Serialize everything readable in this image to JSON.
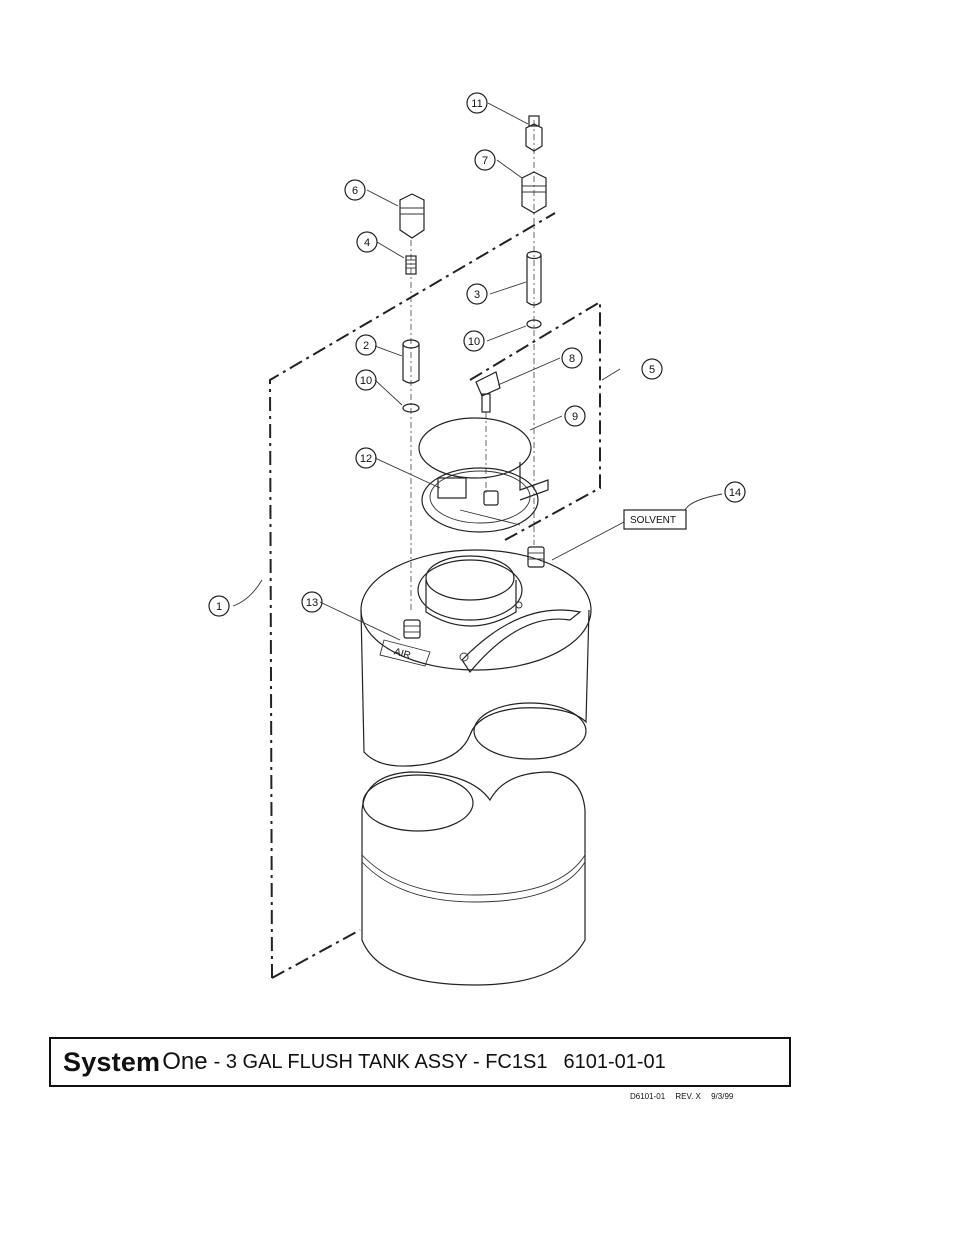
{
  "callouts": {
    "c1": "1",
    "c2": "2",
    "c3": "3",
    "c4": "4",
    "c5": "5",
    "c6": "6",
    "c7": "7",
    "c8": "8",
    "c9": "9",
    "c10a": "10",
    "c10b": "10",
    "c11": "11",
    "c12": "12",
    "c13": "13",
    "c14": "14"
  },
  "tags": {
    "solvent": "SOLVENT",
    "air": "AIR"
  },
  "title_block": {
    "brand_bold": "System",
    "brand_light": "One",
    "title": "- 3 GAL FLUSH TANK ASSY - FC1S1",
    "part_number": "6101-01-01"
  },
  "doc_ref": {
    "drawing": "D6101-01",
    "revision": "REV. X",
    "date": "9/3/99"
  }
}
